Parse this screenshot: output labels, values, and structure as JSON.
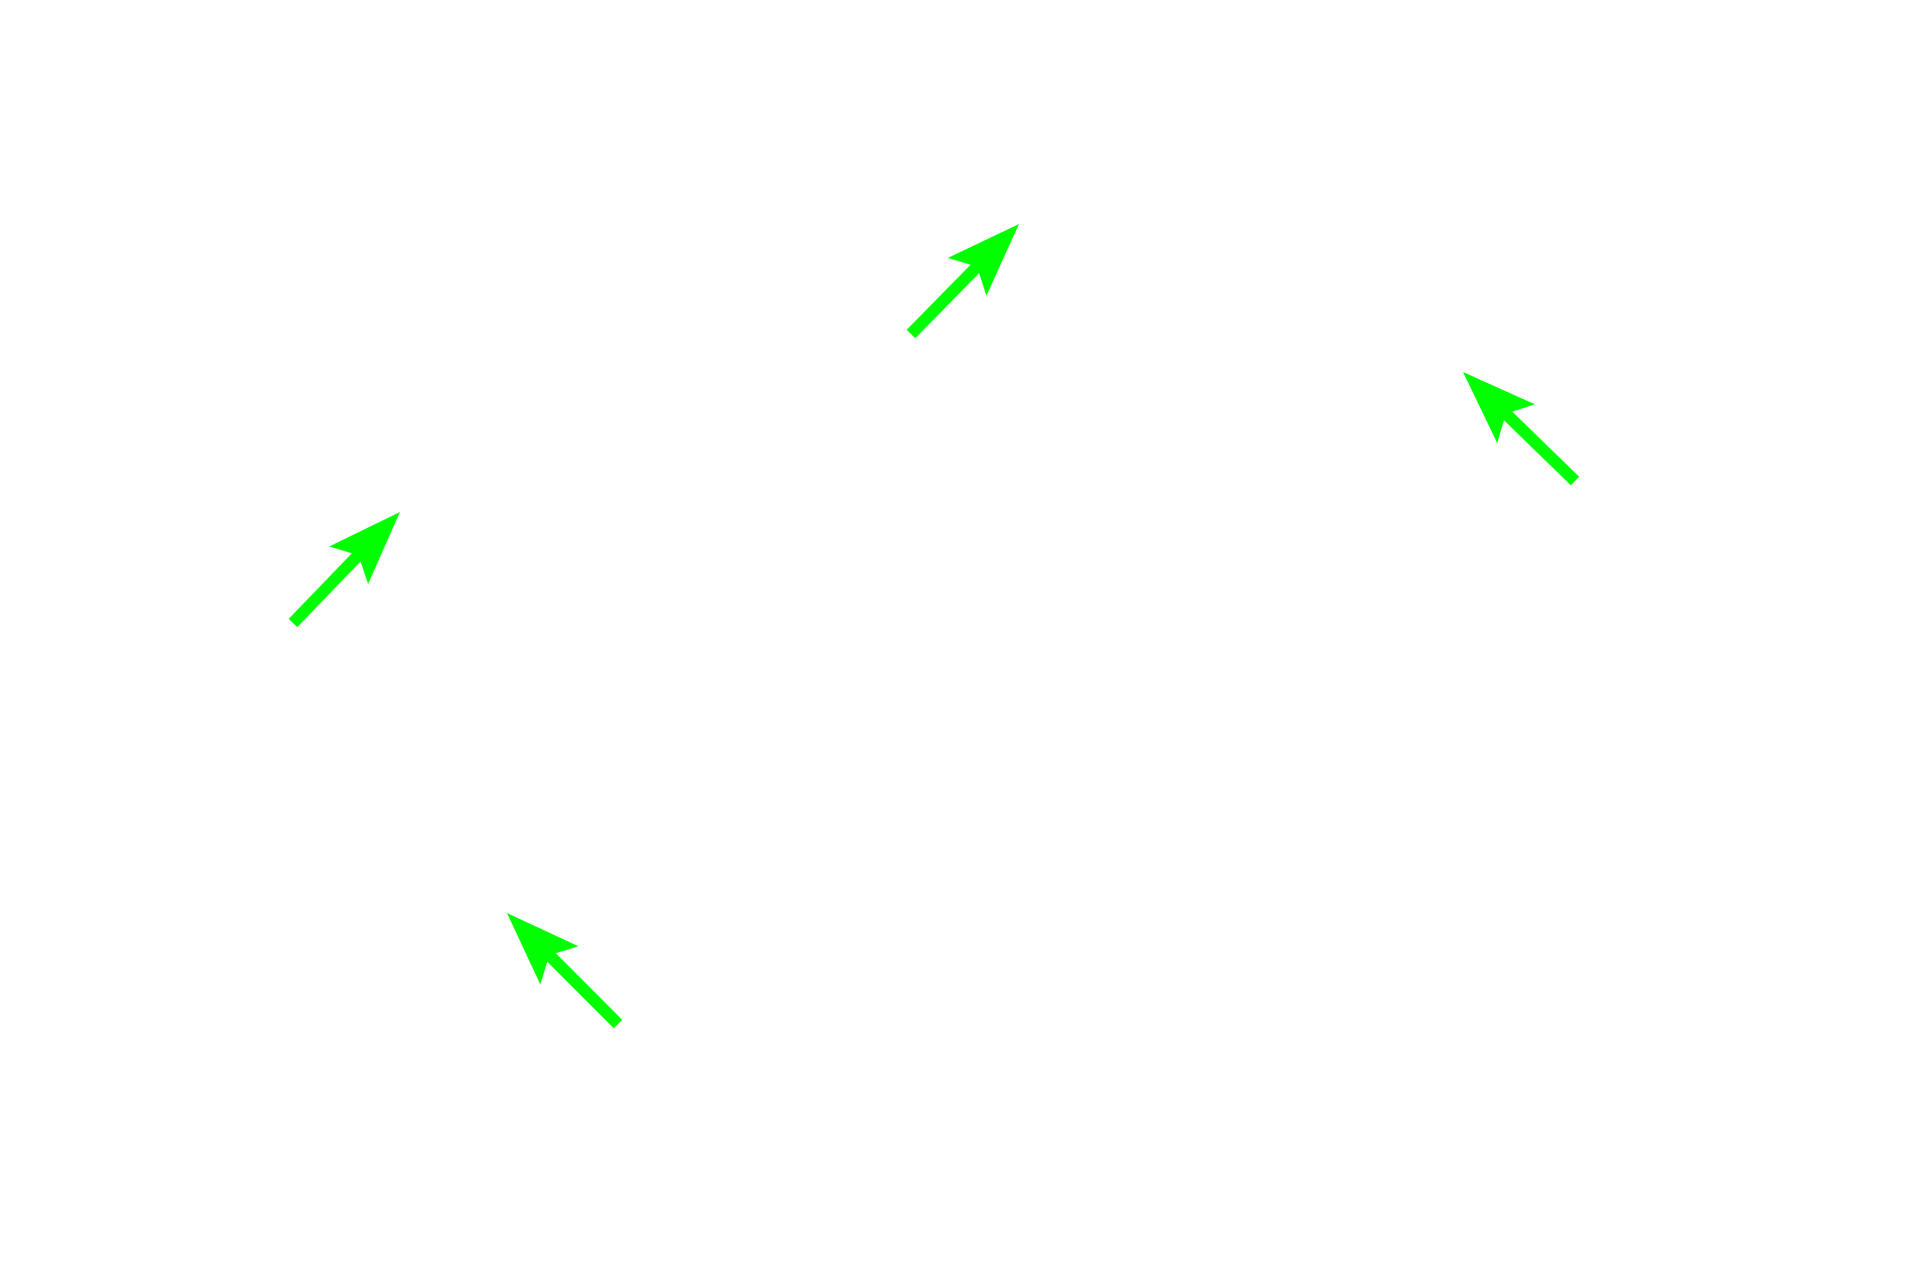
{
  "background_color": "#ffffff",
  "arrow_color": "#00ff00",
  "arrows": [
    {
      "direction": "up-right"
    },
    {
      "direction": "up-left"
    },
    {
      "direction": "up-right"
    },
    {
      "direction": "up-left"
    }
  ]
}
